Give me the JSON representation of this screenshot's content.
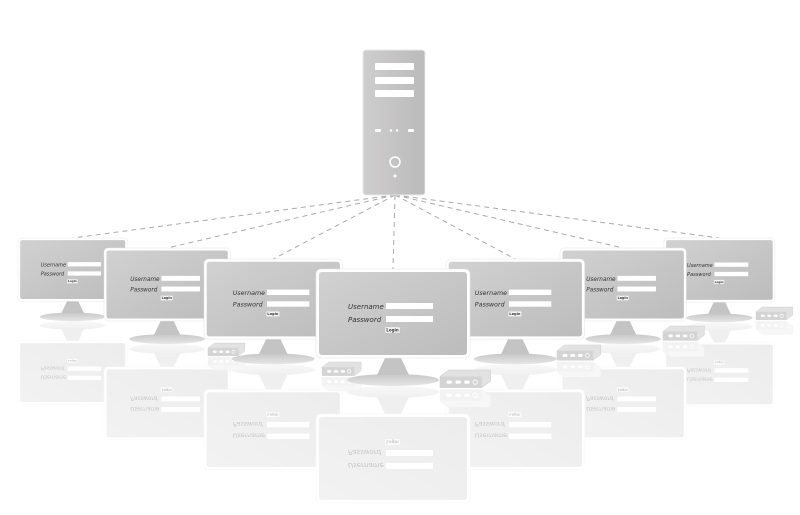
{
  "scene": {
    "title": "Server with client login terminals",
    "login_form": {
      "username_label": "Username",
      "password_label": "Password",
      "login_button": "Login"
    },
    "monitor_count": 7,
    "colors": {
      "screen": "#c9c8c8",
      "frame": "#ffffff",
      "server": "#c4c3c3",
      "connector": "#aaaaaa"
    }
  }
}
